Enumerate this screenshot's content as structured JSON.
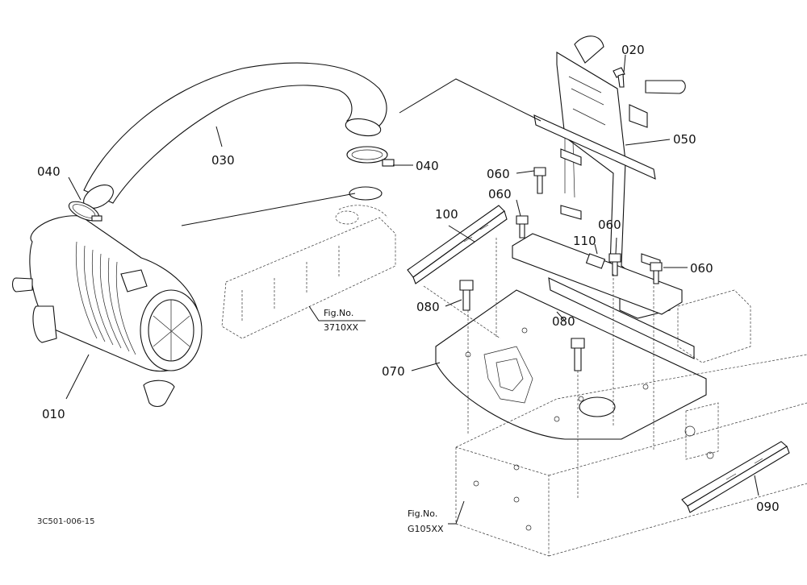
{
  "drawing_code": "3C501-006-15",
  "part_labels": {
    "p010": "010",
    "p020": "020",
    "p030": "030",
    "p040_left": "040",
    "p040_right": "040",
    "p050": "050",
    "p060_a": "060",
    "p060_b": "060",
    "p060_c": "060",
    "p060_d": "060",
    "p070": "070",
    "p080_a": "080",
    "p080_b": "080",
    "p090": "090",
    "p100": "100",
    "p110": "110"
  },
  "figure_refs": {
    "ref_3710": {
      "line1": "Fig.No.",
      "line2": "3710XX"
    },
    "ref_g105": {
      "line1": "Fig.No.",
      "line2": "G105XX"
    }
  }
}
